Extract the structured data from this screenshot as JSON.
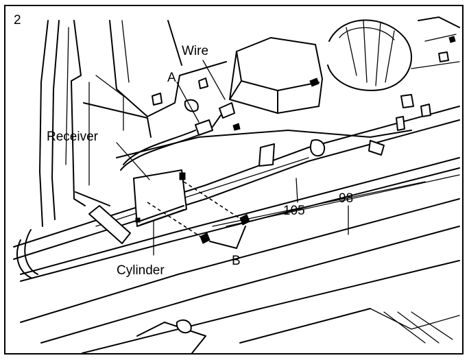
{
  "figure": {
    "step_number": "2",
    "labels": {
      "wire": "Wire",
      "a": "A",
      "receiver": "Receiver",
      "part_105": "105",
      "part_98": "98",
      "cylinder": "Cylinder",
      "b": "B"
    }
  }
}
